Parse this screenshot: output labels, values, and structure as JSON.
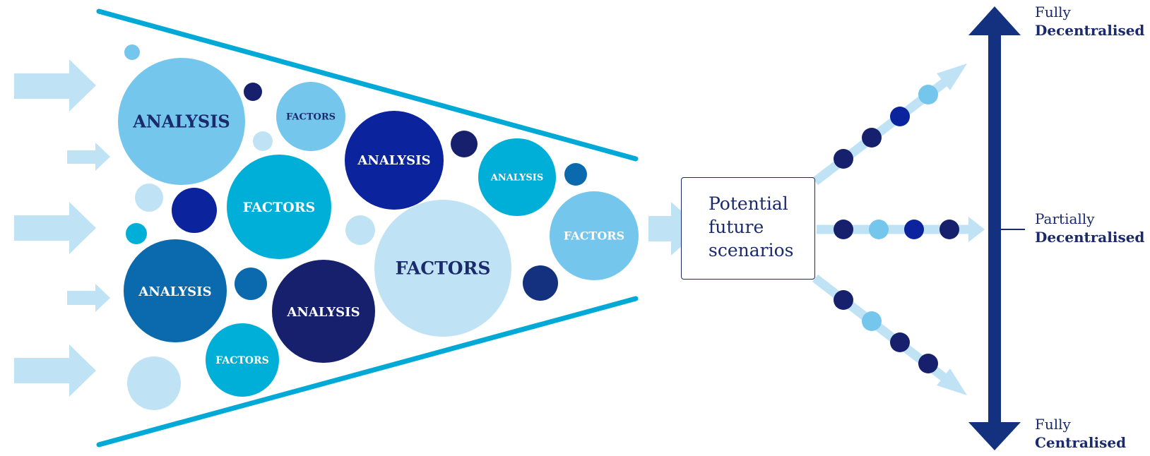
{
  "scenario_box": {
    "lines": [
      "Potential",
      "future",
      "scenarios"
    ]
  },
  "bubbles": [
    {
      "label": "ANALYSIS",
      "color": "#74c6ec",
      "text_color": "#1a2a6c"
    },
    {
      "label": "FACTORS",
      "color": "#74c6ec",
      "text_color": "#1a2a6c"
    },
    {
      "label": "ANALYSIS",
      "color": "#0c239e",
      "text_color": "#ffffff"
    },
    {
      "label": "ANALYSIS",
      "color": "#00afd8",
      "text_color": "#ffffff"
    },
    {
      "label": "FACTORS",
      "color": "#00afd8",
      "text_color": "#ffffff"
    },
    {
      "label": "FACTORS",
      "color": "#74c6ec",
      "text_color": "#ffffff"
    },
    {
      "label": "FACTORS",
      "color": "#bfe3f5",
      "text_color": "#1a2a6c"
    },
    {
      "label": "ANALYSIS",
      "color": "#0b6aad",
      "text_color": "#ffffff"
    },
    {
      "label": "ANALYSIS",
      "color": "#16206c",
      "text_color": "#ffffff"
    },
    {
      "label": "FACTORS",
      "color": "#00afd8",
      "text_color": "#ffffff"
    }
  ],
  "scale": {
    "top": {
      "line1": "Fully",
      "line2": "Decentralised"
    },
    "middle": {
      "line1": "Partially",
      "line2": "Decentralised"
    },
    "bottom": {
      "line1": "Fully",
      "line2": "Centralised"
    }
  },
  "colors": {
    "funnel_line": "#00a9d6",
    "input_arrow": "#bfe3f5",
    "scale_arrow": "#13317e",
    "dark_navy": "#16206c",
    "royal_blue": "#0c239e",
    "light_blue": "#74c6ec",
    "pale_blue": "#bfe3f5"
  }
}
